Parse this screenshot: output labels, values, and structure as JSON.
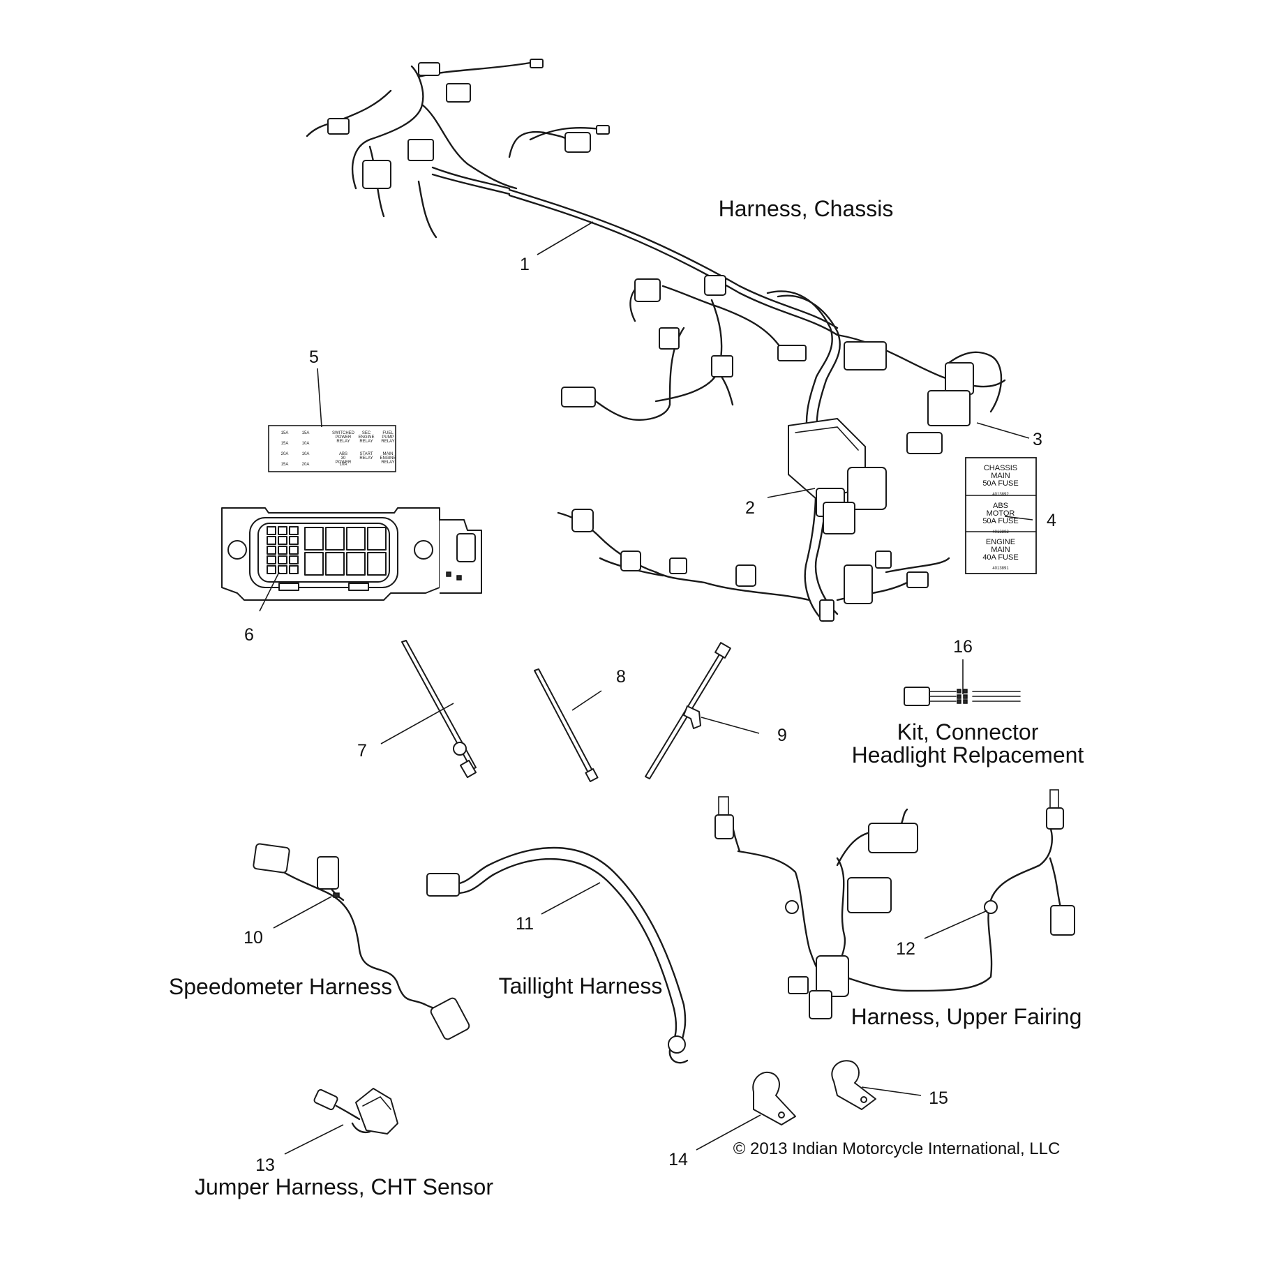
{
  "callouts": [
    {
      "n": "1",
      "name": "Harness, Chassis"
    },
    {
      "n": "2"
    },
    {
      "n": "3"
    },
    {
      "n": "4"
    },
    {
      "n": "5"
    },
    {
      "n": "6"
    },
    {
      "n": "7"
    },
    {
      "n": "8"
    },
    {
      "n": "9"
    },
    {
      "n": "10",
      "name": "Speedometer Harness"
    },
    {
      "n": "11",
      "name": "Taillight Harness"
    },
    {
      "n": "12",
      "name": "Harness, Upper Fairing"
    },
    {
      "n": "13",
      "name": "Jumper Harness, CHT Sensor"
    },
    {
      "n": "14"
    },
    {
      "n": "15"
    },
    {
      "n": "16",
      "name_lines": [
        "Kit, Connector",
        "Headlight Relpacement"
      ]
    }
  ],
  "fuse_label": {
    "sections": [
      {
        "lines": [
          "CHASSIS",
          "MAIN",
          "50A FUSE"
        ],
        "part": "4013892"
      },
      {
        "lines": [
          "ABS",
          "MOTOR",
          "50A FUSE"
        ],
        "part": "4013892"
      },
      {
        "lines": [
          "ENGINE",
          "MAIN",
          "40A FUSE"
        ],
        "part": "4013891"
      }
    ]
  },
  "relay_decal": {
    "rows": [
      [
        "15A",
        "15A",
        "SWITCHED POWER RELAY",
        "SEC ENGINE RELAY",
        "FUEL PUMP RELAY"
      ],
      [
        "15A",
        "10A",
        "",
        "",
        ""
      ],
      [
        "20A",
        "10A",
        "ABS 30 POWER",
        "START RELAY",
        "MAIN ENGINE RELAY"
      ],
      [
        "15A",
        "20A",
        "10A",
        "",
        ""
      ]
    ]
  },
  "copyright": "© 2013 Indian Motorcycle International, LLC"
}
